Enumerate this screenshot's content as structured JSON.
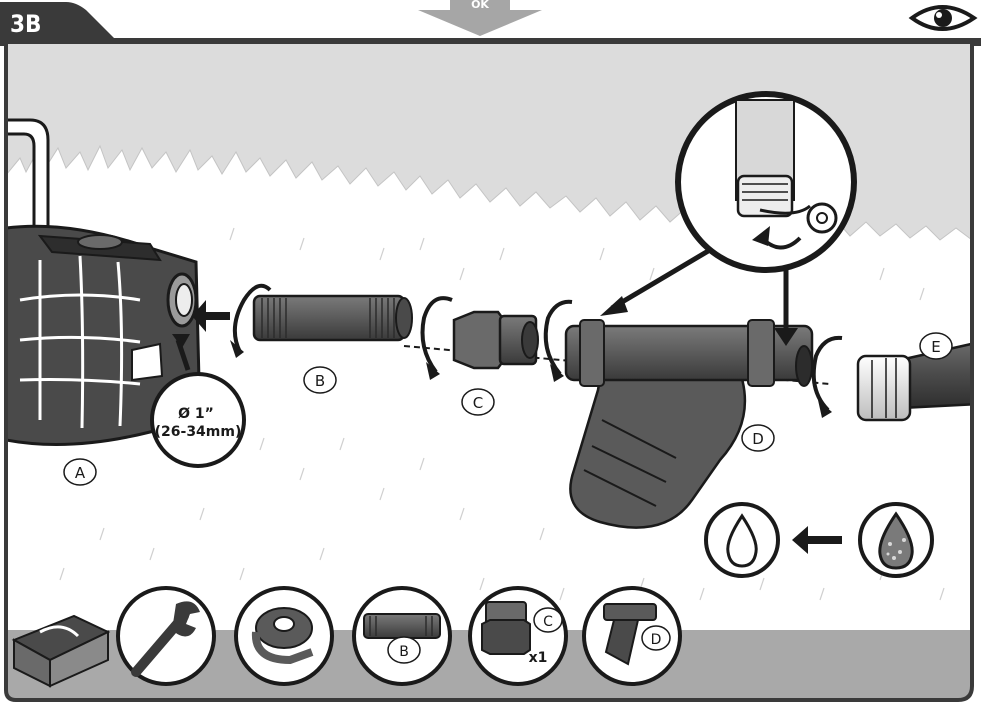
{
  "step": {
    "label": "3B",
    "arrow_text": "OK"
  },
  "header_icon": "eye-icon",
  "measurement": {
    "line1": "Ø 1”",
    "line2": "(26-34mm)"
  },
  "parts": {
    "a": "A",
    "b": "B",
    "c": "C",
    "d": "D",
    "e": "E"
  },
  "tools": {
    "items": [
      {
        "icon": "wrench-icon",
        "label": ""
      },
      {
        "icon": "ptfe-tape-icon",
        "label": ""
      },
      {
        "icon": "pipe-nipple-icon",
        "label": "B"
      },
      {
        "icon": "adapter-fitting-icon",
        "label": "C",
        "qty": "x1"
      },
      {
        "icon": "filter-icon",
        "label": "D"
      }
    ]
  },
  "colors": {
    "panel": "#dcdcdc",
    "grass": "#ffffff",
    "dark": "#3a3a3a",
    "outline": "#1a1a1a",
    "pipe": "#555555",
    "band": "#a9a9a9"
  }
}
